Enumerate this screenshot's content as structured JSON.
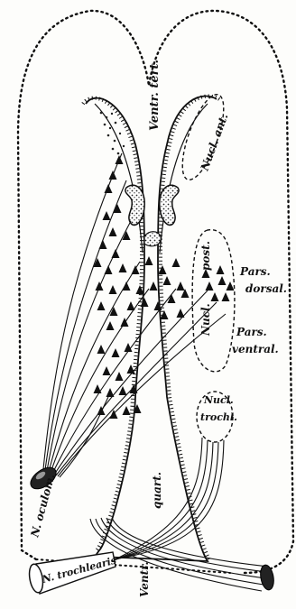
{
  "labels": {
    "ventr_tert": "Ventr. tert.",
    "nucl_ant": "Nucl. ant.",
    "nucl": "Nucl.",
    "post": "post.",
    "pars_dorsal": "Pars. dorsal.",
    "pars_ventral": "Pars. ventral.",
    "nucl_trochl": "Nucl. trochl.",
    "n_oculom": "N. oculom.",
    "quart": "quart.",
    "ventr": "Ventr.",
    "n_trochlearis": "N. trochlearis"
  }
}
